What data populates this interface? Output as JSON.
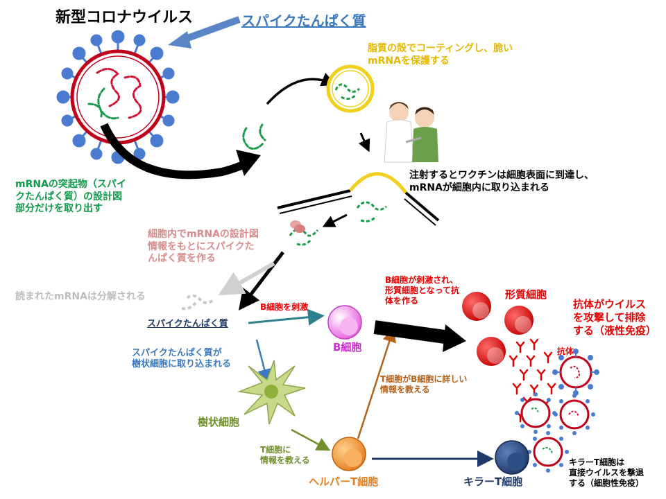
{
  "labels": {
    "virus_title": "新型コロナウイルス",
    "spike_protein_top": "スパイクたんぱく質",
    "lipid_shell": "脂質の殻でコーティングし、脆い\nmRNAを保護する",
    "mrna_extract": "mRNAの突起物（スパイ\nクたんぱく質）の設計図\n部分だけを取り出す",
    "injection": "注射するとワクチンは細胞表面に到達し、\nmRNAが細胞内に取り込まれる",
    "make_spike": "細胞内でmRNAの設計図\n情報をもとにスパイクた\nんぱく質を作る",
    "mrna_degraded": "読まれたmRNAは分解される",
    "spike_protein_mid": "スパイクたんぱく質",
    "b_cell_stimulus": "B細胞を刺激",
    "b_to_plasma": "B細胞が刺激され、\n形質細胞となって抗\n体を作る",
    "plasma_cell": "形質細胞",
    "antibody_attack": "抗体がウイルス\nを攻撃して排除\nする（液性免疫）",
    "antibody": "抗体",
    "b_cell": "B細胞",
    "spike_to_dendritic": "スパイクたんぱく質が\n樹状細胞に取り込まれる",
    "t_to_b": "T細胞がB細胞に詳しい\n情報を教える",
    "dendritic_cell": "樹状細胞",
    "t_cell_info": "T細胞に\n情報を教える",
    "helper_t": "ヘルパーT細胞",
    "killer_t": "キラーT細胞",
    "killer_attack": "キラーT細胞は\n直接ウイルスを撃退\nする（細胞性免疫）"
  },
  "colors": {
    "black": "#000000",
    "blue": "#3a78c0",
    "gold": "#e6b800",
    "green": "#0f9a4a",
    "pink_muted": "#d98c8c",
    "gray": "#bdbdbd",
    "navy": "#1f3a68",
    "red": "#e60000",
    "magenta": "#d22bd2",
    "brown": "#b5611a",
    "olive": "#6f8f2a",
    "teal": "#2f7f8f",
    "orange": "#e67e22",
    "lipid": "#f2cf1d"
  },
  "icons": [
    "coronavirus-icon",
    "lipid-nanoparticle-icon",
    "nurse-vaccination-icon",
    "cell-membrane-icon",
    "dendritic-cell-icon",
    "b-cell-icon",
    "plasma-cell-icon",
    "helper-t-cell-icon",
    "killer-t-cell-icon",
    "antibody-icon"
  ]
}
